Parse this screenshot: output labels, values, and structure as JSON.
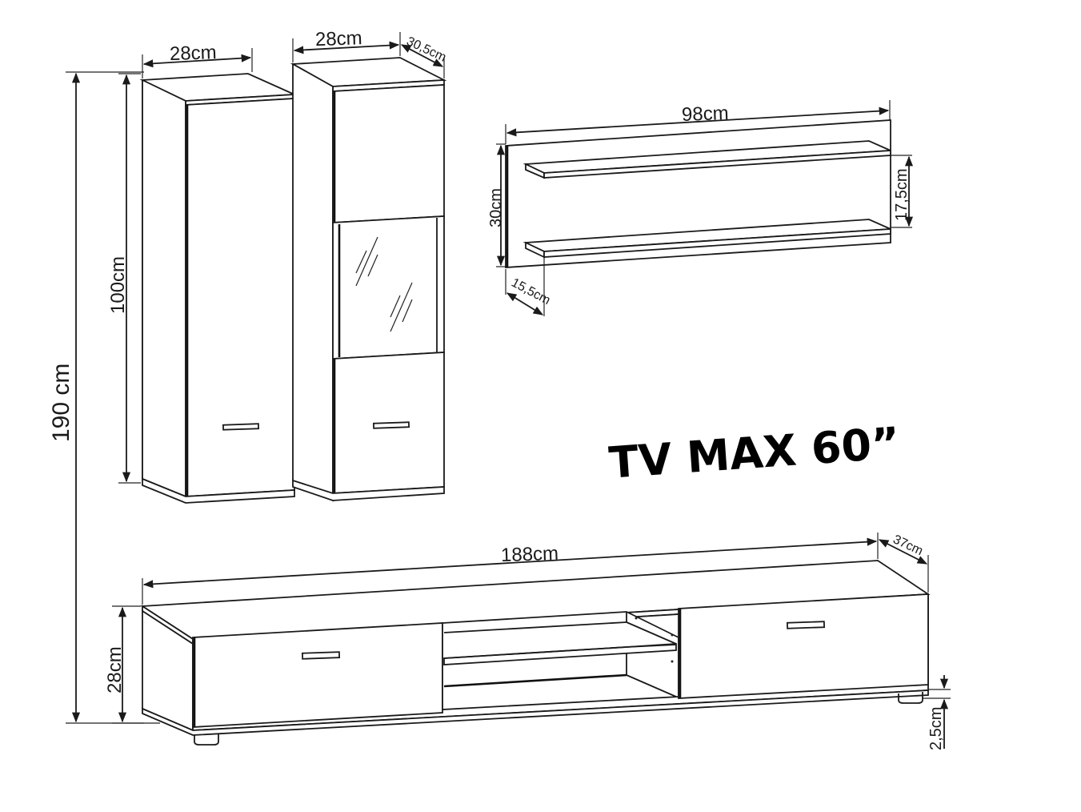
{
  "title": "TV MAX 60”",
  "overall": {
    "height_label": "190 cm"
  },
  "tall_cabinet": {
    "width_label": "28cm",
    "height_label": "100cm"
  },
  "glass_cabinet": {
    "width_label": "28cm",
    "depth_label": "30,5cm"
  },
  "wall_shelf": {
    "width_label": "98cm",
    "height_label": "30cm",
    "shelf_spacing_label": "17,5cm",
    "depth_label": "15,5cm"
  },
  "tv_stand": {
    "width_label": "188cm",
    "depth_label": "37cm",
    "height_label": "28cm",
    "leg_height_label": "2,5cm"
  },
  "colors": {
    "line": "#1a1a1a",
    "background": "#ffffff"
  }
}
